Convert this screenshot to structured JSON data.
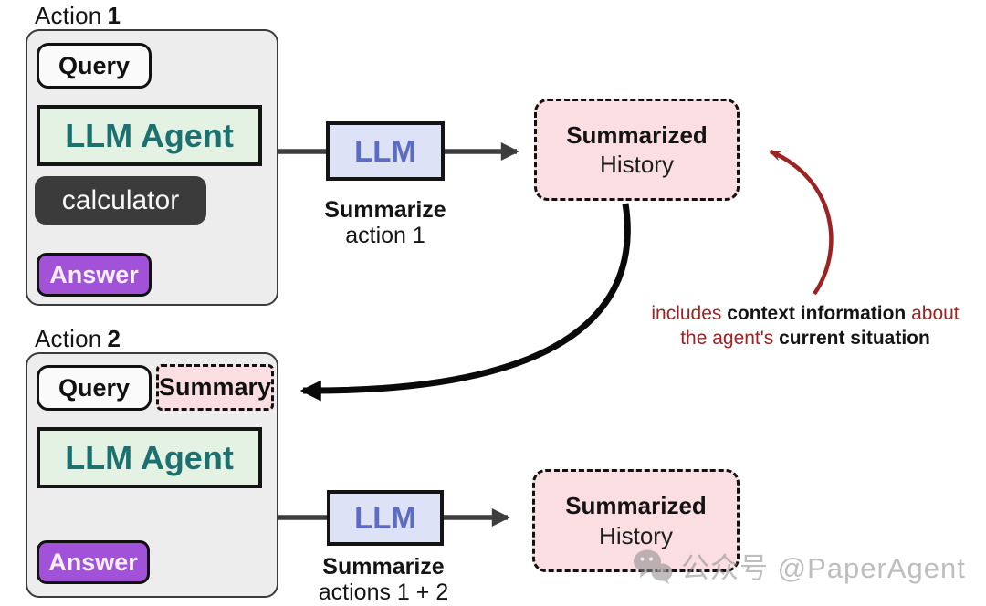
{
  "colors": {
    "panel_bg": "#ededed",
    "panel_border": "#3c3c3c",
    "box_border": "#141414",
    "query_bg": "#fafafa",
    "agent_bg": "#e4f2e3",
    "agent_text": "#1b7170",
    "calculator_bg": "#3b3b3b",
    "answer_bg": "#a152d8",
    "llm_bg": "#dde2f6",
    "llm_text": "#5b6cc2",
    "pink_bg": "#fbdee1",
    "arrow_gray": "#3d3d3d",
    "arrow_black": "#0a0a0a",
    "annotation_red": "#9b2423",
    "watermark_gray": "#8a8a8a"
  },
  "action1": {
    "label_prefix": "Action",
    "label_number": "1",
    "query": "Query",
    "agent": "LLM Agent",
    "tool": "calculator",
    "answer": "Answer"
  },
  "flow1": {
    "llm": "LLM",
    "caption_bold": "Summarize",
    "caption_rest": "action 1",
    "result_line1": "Summarized",
    "result_line2": "History"
  },
  "annotation": {
    "line1_red1": "includes ",
    "line1_bold": "context information",
    "line1_red2": " about",
    "line2_red": "the agent's ",
    "line2_bold": "current situation"
  },
  "action2": {
    "label_prefix": "Action",
    "label_number": "2",
    "query": "Query",
    "summary": "Summary",
    "agent": "LLM Agent",
    "answer": "Answer"
  },
  "flow2": {
    "llm": "LLM",
    "caption_bold": "Summarize",
    "caption_rest": "actions 1 + 2",
    "result_line1": "Summarized",
    "result_line2": "History"
  },
  "watermark": {
    "icon": "wechat-icon",
    "text": "公众号 @PaperAgent"
  }
}
